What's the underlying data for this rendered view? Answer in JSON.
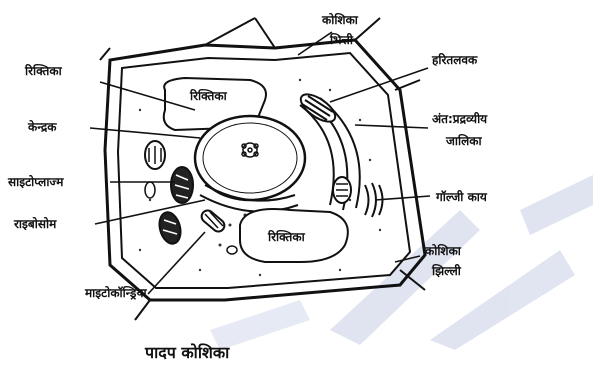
{
  "diagram": {
    "caption": "पादप कोशिका",
    "labels": {
      "cell_wall": [
        "कोशिका",
        "भित्ती"
      ],
      "chloroplast": "हरितलवक",
      "vacuole_left": "रिक्तिका",
      "vacuole_top": "रिक्तिका",
      "nucleus": "केन्द्रक",
      "er": [
        "अंत:प्रद्रव्यीय",
        "जालिका"
      ],
      "cytoplasm": "साइटोप्लाज्म",
      "golgi": "गॉल्जी काय",
      "ribosome": "राइबोसोम",
      "vacuole_bottom": "रिक्तिका",
      "cell_membrane": [
        "कोशिका",
        "झिल्ली"
      ],
      "mitochondria": "माइटोकॉन्ड्रिया"
    },
    "colors": {
      "ink": "#111111",
      "paper": "#ffffff",
      "watermark": "#dde2f0"
    },
    "icons": [
      "cell-wall-outline",
      "nucleus",
      "nucleolus",
      "chloroplast",
      "mitochondrion",
      "golgi-body",
      "vacuole",
      "ribosome-dots"
    ]
  }
}
